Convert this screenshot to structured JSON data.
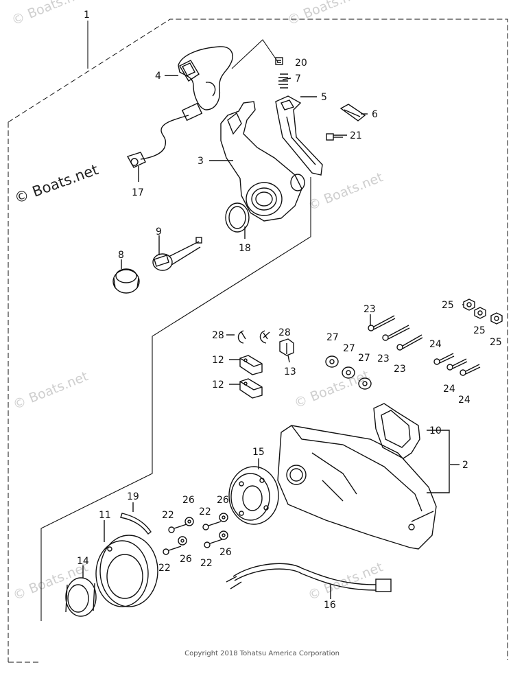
{
  "watermarks": {
    "main": "© Boats.net",
    "faint": "© Boats.net"
  },
  "copyright": "Copyright 2018 Tohatsu America Corporation",
  "callouts": {
    "c1": "1",
    "c2": "2",
    "c3": "3",
    "c4": "4",
    "c5": "5",
    "c6": "6",
    "c7": "7",
    "c8": "8",
    "c9": "9",
    "c10": "10",
    "c11": "11",
    "c12": "12",
    "c13": "13",
    "c14": "14",
    "c15": "15",
    "c16": "16",
    "c17": "17",
    "c18": "18",
    "c19": "19",
    "c20": "20",
    "c21": "21",
    "c22": "22",
    "c23": "23",
    "c24": "24",
    "c25": "25",
    "c26": "26",
    "c27": "27",
    "c28": "28"
  },
  "colors": {
    "line": "#111111",
    "watermark": "#cfcfcf"
  }
}
